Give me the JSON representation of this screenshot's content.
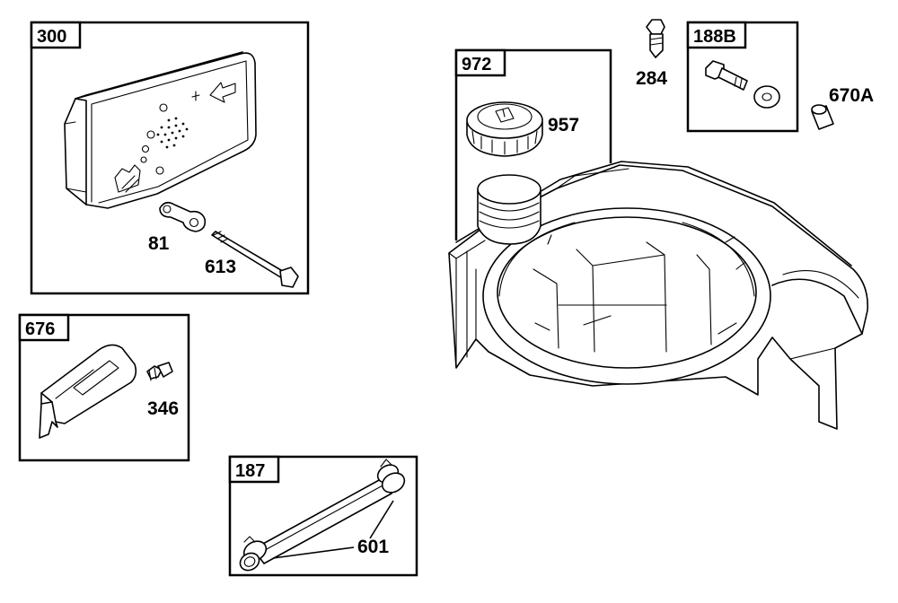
{
  "groups": [
    {
      "tag": "300",
      "callouts": [
        "81",
        "613"
      ]
    },
    {
      "tag": "676",
      "callouts": [
        "346"
      ]
    },
    {
      "tag": "187",
      "callouts": [
        "601"
      ]
    },
    {
      "tag": "972",
      "callouts": [
        "957"
      ]
    },
    {
      "tag": "188B",
      "callouts": []
    }
  ],
  "loose_callouts": [
    "284",
    "670A"
  ]
}
